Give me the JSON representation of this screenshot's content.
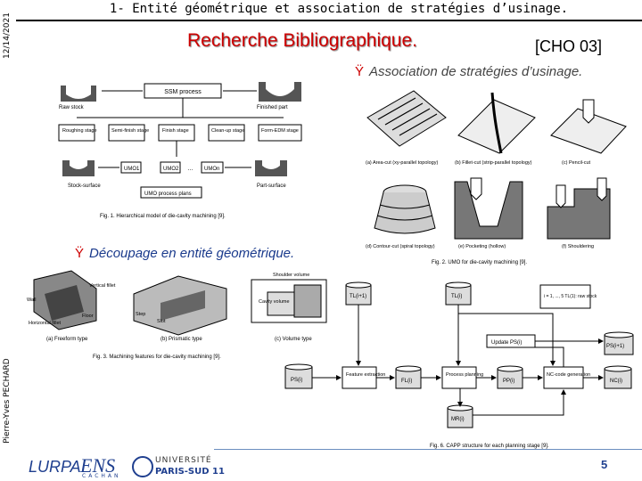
{
  "side": {
    "date": "12/14/2021",
    "author": "Pierre-Yves PECHARD"
  },
  "header": {
    "title": "1- Entité géométrique et association de stratégies d’usinage."
  },
  "section": {
    "title": "Recherche Bibliographique.",
    "reference": "[CHO 03]"
  },
  "bullets": {
    "glyph": "Ÿ",
    "association": "Association de stratégies d’usinage.",
    "decoupage": "Découpage en entité géométrique."
  },
  "fig1": {
    "ssm": "SSM process",
    "raw_stock": "Raw stock",
    "finished_part": "Finished part",
    "stages": [
      "Roughing stage",
      "Semi-finish stage",
      "Finish stage",
      "Clean-up stage",
      "Form-EDM stage"
    ],
    "umo": [
      "UMO1",
      "UMO2",
      "UMOn"
    ],
    "stock_surface": "Stock-surface",
    "part_surface": "Part-surface",
    "umo_process_plans": "UMO process plans",
    "caption": "Fig. 1. Hierarchical model of die-cavity machining [9]."
  },
  "fig2": {
    "labels": [
      "(a) Area-cut (xy-parallel topology)",
      "(b) Fillet-cut (strip-parallel topology)",
      "(c) Pencil-cut",
      "(d) Contour-cut (spiral topology)",
      "(e) Pocketing (hollow)",
      "(f) Shouldering"
    ],
    "caption": "Fig. 2. UMO for die-cavity machining [9]."
  },
  "fig3": {
    "labels": [
      "Wall",
      "Vertical fillet",
      "Floor",
      "Horizontal fillet",
      "Shoulder volume",
      "Cavity volume",
      "Step",
      "Slot"
    ],
    "types": [
      "(a) Freeform type",
      "(b) Prismatic type",
      "(c) Volume type"
    ],
    "caption": "Fig. 3. Machining features for die-cavity machining [9]."
  },
  "fig6": {
    "tl_next": "TL(i+1)",
    "tl": "TL(i)",
    "note": "i = 1, ..., 5 TL(1): raw stock",
    "update": "Update PS(i)",
    "ps_next": "PS(i+1)",
    "ps": "PS(i)",
    "fl": "FL(i)",
    "pp": "PP(i)",
    "nc": "NC(i)",
    "mr": "MR(i)",
    "feature": "Feature extraction",
    "process": "Process planning",
    "ncgen": "NC-code generation",
    "caption": "Fig. 6. CAPP structure for each planning stage [9]."
  },
  "footer": {
    "lurpa": "LURPA",
    "ens": "ENS",
    "ens_sub": "CACHAN",
    "univ": "UNIVERSITÉ",
    "univ_sub": "PARIS-SUD 11",
    "page": "5"
  }
}
